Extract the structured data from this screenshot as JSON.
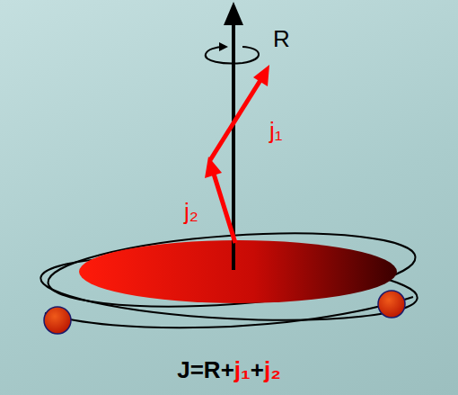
{
  "diagram": {
    "labels": [
      "R",
      "j₁",
      "j₂",
      "J=R+j₁+j₂"
    ]
  }
}
